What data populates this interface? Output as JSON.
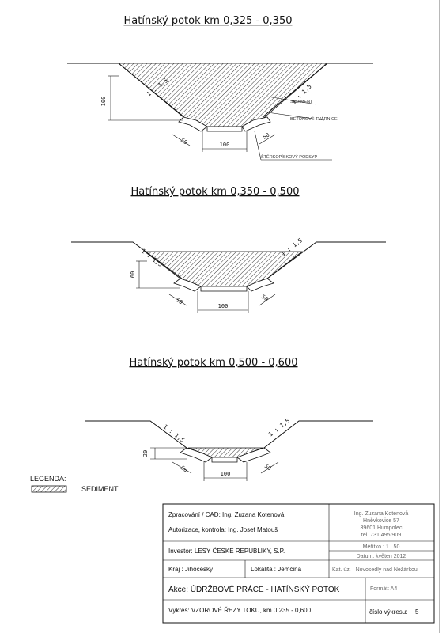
{
  "sections": [
    {
      "title": "Hatínský potok km 0,325 - 0,350",
      "slope_left": "1 : 1,5",
      "slope_right": "1 : 1,5",
      "height_dim": "100",
      "bottom_dim": "100",
      "side_dim_left": "50",
      "side_dim_right": "50",
      "callouts": [
        "SEDIMENT",
        "BETONOVÉ TVÁRNICE",
        "ŠTĚRKOPÍSKOVÝ PODSYP"
      ]
    },
    {
      "title": "Hatínský potok km 0,350 - 0,500",
      "slope_left": "1 : 1,5",
      "slope_right": "1 : 1,5",
      "height_dim": "60",
      "bottom_dim": "100",
      "side_dim_left": "50",
      "side_dim_right": "50"
    },
    {
      "title": "Hatínský potok km 0,500 - 0,600",
      "slope_left": "1 : 1,5",
      "slope_right": "1 : 1,5",
      "height_dim": "20",
      "bottom_dim": "100",
      "side_dim_left": "50",
      "side_dim_right": "50"
    }
  ],
  "legend": {
    "heading": "LEGENDA:",
    "item": "SEDIMENT"
  },
  "title_block": {
    "author": "Zpracování / CAD: Ing. Zuzana Kotenová",
    "authorization": "Autorizace, kontrola: Ing. Josef Matouš",
    "address": [
      "Ing. Zuzana Kotenová",
      "Hněvkovice 57",
      "39601 Humpolec",
      "tel.  731 495 909"
    ],
    "scale": "Měřítko : 1 : 50",
    "date": "Datum: květen 2012",
    "investor": "Investor: LESY ČESKÉ REPUBLIKY, S.P.",
    "kraj": "Kraj : Jihočeský",
    "lokalita": "Lokalita : Jemčina",
    "katastr": "Kat. úz. : Novosedly nad Nežárkou",
    "akce": "Akce: ÚDRŽBOVÉ PRÁCE - HATÍNSKÝ POTOK",
    "format": "Formát: A4",
    "vykres": "Výkres:  VZOROVÉ ŘEZY TOKU, km 0,235 - 0,600",
    "cislo_label": "číslo výkresu:",
    "cislo_value": "5"
  }
}
